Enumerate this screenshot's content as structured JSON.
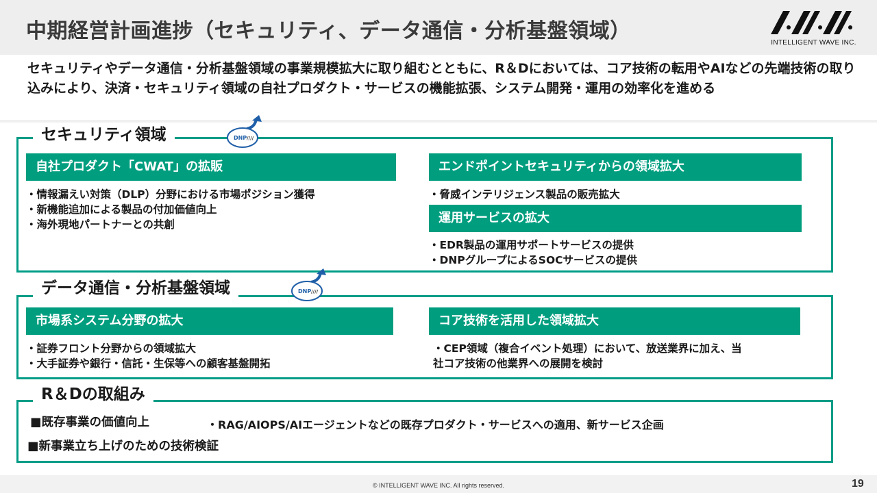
{
  "title": "中期経営計画進捗（セキュリティ、データ通信・分析基盤領域）",
  "logo_text": "INTELLIGENT WAVE INC.",
  "intro": "セキュリティやデータ通信・分析基盤領域の事業規模拡大に取り組むとともに、R＆Dにおいては、コア技術の転用やAIなどの先端技術の取り込みにより、決済・セキュリティ領域の自社プロダクト・サービスの機能拡張、システム開発・運用の効率化を進める",
  "dnp_label": "DNP",
  "security": {
    "label": "セキュリティ領域",
    "left_bar": "自社プロダクト「CWAT」の拡販",
    "left_bullets": [
      "・情報漏えい対策（DLP）分野における市場ポジション獲得",
      "・新機能追加による製品の付加価値向上",
      "・海外現地パートナーとの共創"
    ],
    "right_bar1": "エンドポイントセキュリティからの領域拡大",
    "right_bullets1": [
      "・脅威インテリジェンス製品の販売拡大"
    ],
    "right_bar2": "運用サービスの拡大",
    "right_bullets2": [
      "・EDR製品の運用サポートサービスの提供",
      "・DNPグループによるSOCサービスの提供"
    ]
  },
  "data_comm": {
    "label": "データ通信・分析基盤領域",
    "left_bar": "市場系システム分野の拡大",
    "left_bullets": [
      "・証券フロント分野からの領域拡大",
      "・大手証券や銀行・信託・生保等への顧客基盤開拓"
    ],
    "right_bar": "コア技術を活用した領域拡大",
    "right_bullets": [
      "・CEP領域（複合イベント処理）において、放送業界に加え、当",
      "社コア技術の他業界への展開を検討"
    ]
  },
  "rd": {
    "label": "R＆Dの取組み",
    "item1": "■既存事業の価値向上",
    "item1_detail": "・RAG/AIOPS/AIエージェントなどの既存プロダクト・サービスへの適用、新サービス企画",
    "item2": "■新事業立ち上げのための技術検証"
  },
  "footer": {
    "copyright": "© INTELLIGENT WAVE INC. All rights reserved.",
    "page": "19"
  },
  "colors": {
    "accent": "#009e7f",
    "border": "#009c86",
    "dnp_arrow": "#1f5fa8"
  }
}
